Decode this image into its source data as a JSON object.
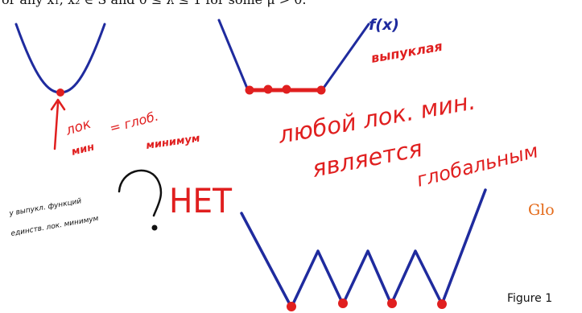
{
  "header": {
    "text": "or any x₁, x₂ ∈ S and 0 ≤ λ ≤ 1 for some μ > 0."
  },
  "annotations": {
    "fx": "f(x)",
    "convex": "выпуклая",
    "lok": "лок",
    "min": "мин",
    "eq_glob": "= глоб.",
    "minimum": "минимум",
    "line1": "любой лок. мин.",
    "line2": "является",
    "line3": "глобальным",
    "net": "НЕТ",
    "note1": "у выпукл. функций",
    "note2": "единств. лок. минимум"
  },
  "overlay": {
    "glo": "Glo",
    "figure": "Figure 1"
  },
  "colors": {
    "curve": "#1f2b9e",
    "ink_red": "#e01f1f",
    "black": "#111111",
    "orange": "#e46a19"
  }
}
